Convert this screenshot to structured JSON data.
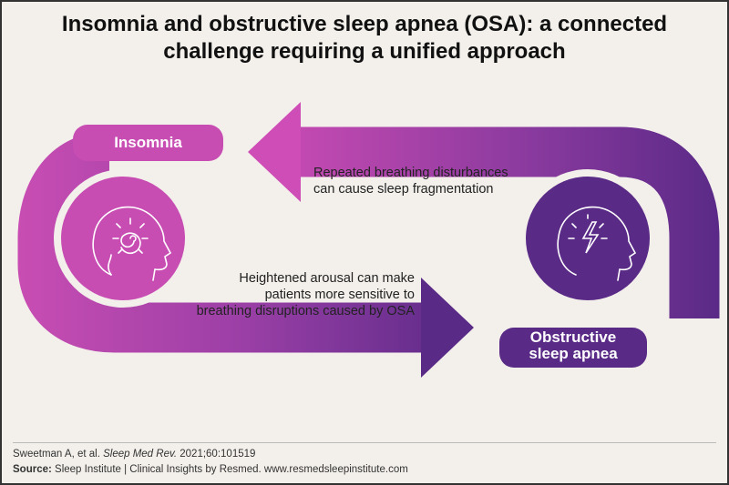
{
  "title": {
    "line1": "Insomnia and obstructive sleep apnea (OSA): a connected",
    "line2": "challenge requiring a unified approach"
  },
  "nodes": {
    "insomnia": {
      "label": "Insomnia",
      "icon": "head-spiral-icon",
      "color": "#c84db3"
    },
    "osa": {
      "label_line1": "Obstructive",
      "label_line2": "sleep apnea",
      "icon": "head-lightning-icon",
      "color": "#5a2a87"
    }
  },
  "arrows": {
    "osa_to_insomnia": {
      "line1": "Repeated breathing disturbances",
      "line2": "can cause sleep fragmentation"
    },
    "insomnia_to_osa": {
      "line1": "Heightened arousal can make",
      "line2": "patients more sensitive to",
      "line3": "breathing  disruptions caused by OSA"
    }
  },
  "footer": {
    "citation_authors": "Sweetman A, et al. ",
    "citation_journal": "Sleep Med Rev.",
    "citation_rest": " 2021;60:101519",
    "source_label": "Source:",
    "source_text": " Sleep Institute | Clinical Insights by Resmed. www.resmedsleepinstitute.com"
  }
}
